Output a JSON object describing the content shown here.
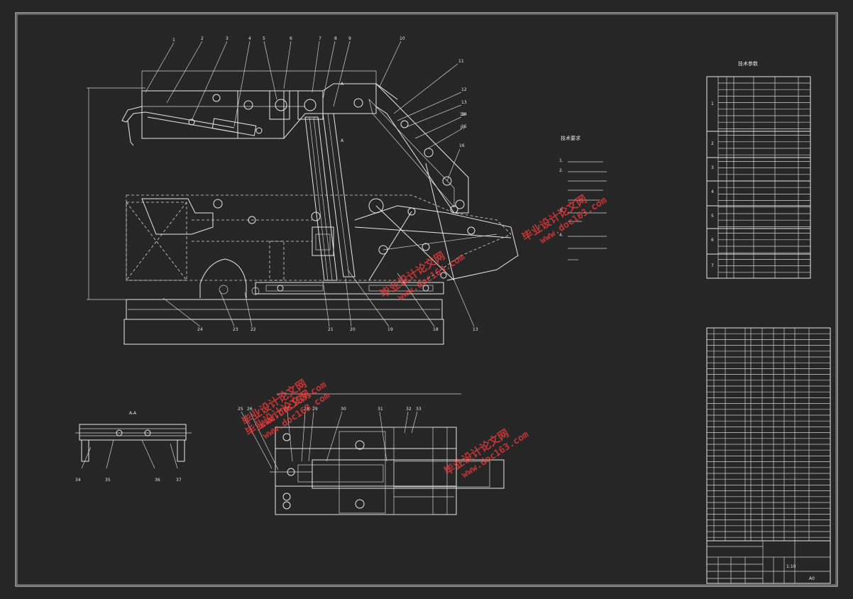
{
  "sheet": {
    "background": "#262626",
    "line_color": "#e8e8e8",
    "watermark_color": "#ff3b3b"
  },
  "balloons_main": [
    "1",
    "2",
    "3",
    "4",
    "5",
    "6",
    "7",
    "8",
    "9",
    "10",
    "11",
    "12",
    "13",
    "14",
    "15",
    "16",
    "17",
    "18"
  ],
  "balloons_bottom": [
    "24",
    "23",
    "22",
    "21",
    "20",
    "19",
    "18",
    "13"
  ],
  "balloons_plan": [
    "25",
    "26",
    "27",
    "28",
    "29",
    "30",
    "31",
    "32",
    "33"
  ],
  "balloons_section": [
    "34",
    "35",
    "36",
    "37"
  ],
  "section_labels": {
    "view_a": "A-A",
    "callout_a": "A",
    "callout_a2": "A"
  },
  "tech_requirements": {
    "title": "技术要求",
    "items": [
      "1.",
      "2.",
      "3.",
      "4."
    ]
  },
  "tech_data_table": {
    "title": "技术参数",
    "group_numbers": [
      "1",
      "2",
      "3",
      "4",
      "5",
      "6",
      "7"
    ]
  },
  "watermarks": [
    {
      "cn": "毕业设计论文网",
      "en": "www.doc163.com"
    },
    {
      "cn": "毕业设计论文网",
      "en": "www.doc163.com"
    },
    {
      "cn": "毕业设计论文网",
      "en": "www.doc163.com"
    },
    {
      "cn": "毕业设计论文网",
      "en": "www.doc163.com"
    },
    {
      "cn": "毕业设计论文网",
      "en": "www.doc163.com"
    }
  ],
  "title_block": {
    "scale": "1:10",
    "sheet_size": "A0"
  }
}
